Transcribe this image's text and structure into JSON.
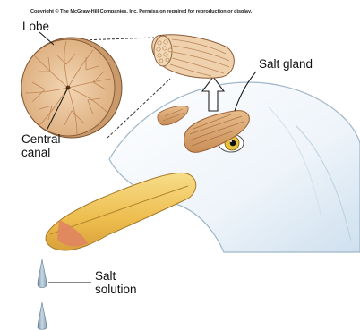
{
  "copyright": "Copyright © The McGraw-Hill Companies, Inc. Permission required for reproduction or display.",
  "labels": {
    "lobe": "Lobe",
    "salt_gland": "Salt gland",
    "central": "Central",
    "canal": "canal",
    "salt": "Salt",
    "solution": "solution"
  },
  "colors": {
    "gland_tan": "#d9a576",
    "gland_dark": "#9a5f34",
    "head_white": "#f4f8fc",
    "head_shadow": "#c9dbea",
    "beak_yellow": "#eec25a",
    "beak_tip_red": "#e08462",
    "eye_iris": "#e8c23a",
    "droplet_blue": "#9fb7c9"
  }
}
